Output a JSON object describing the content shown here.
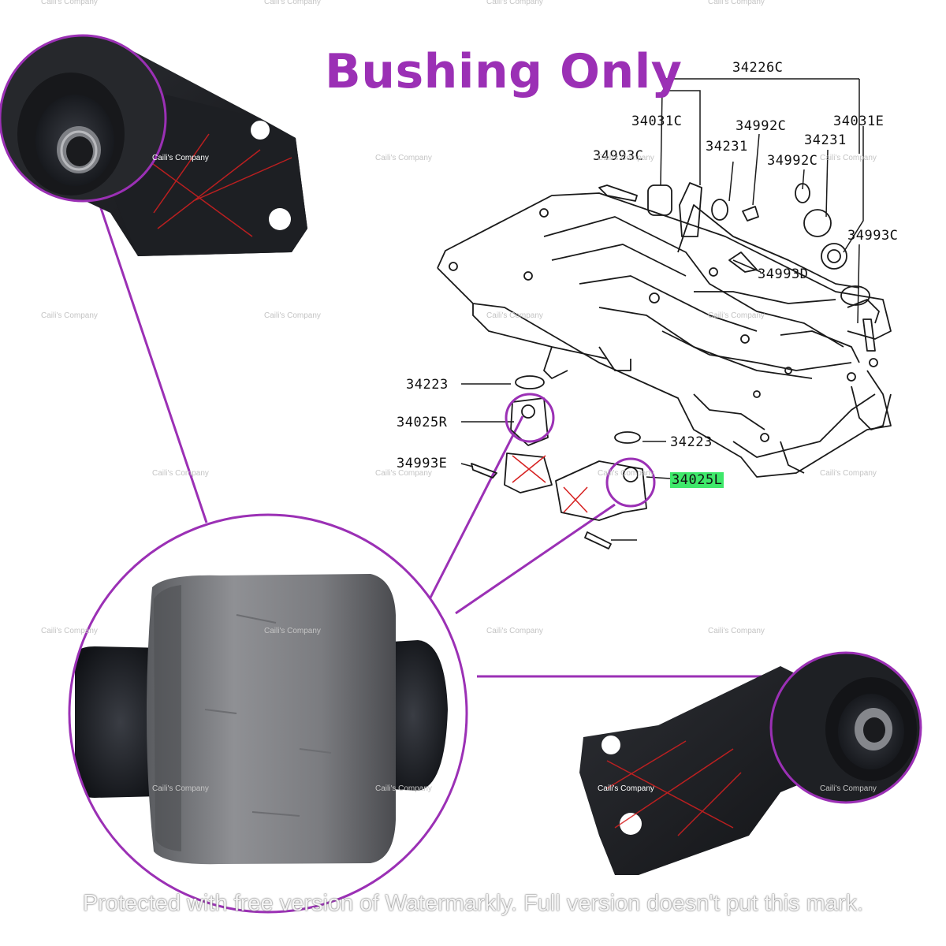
{
  "title": "Bushing Only",
  "part_labels": {
    "p34226C": "34226C",
    "p34031C": "34031C",
    "p34992C_a": "34992C",
    "p34031E": "34031E",
    "p34231_a": "34231",
    "p34231_b": "34231",
    "p34993C_a": "34993C",
    "p34992C_b": "34992C",
    "p34993C_b": "34993C",
    "p34993D": "34993D",
    "p34223_a": "34223",
    "p34025R": "34025R",
    "p34993E": "34993E",
    "p34223_b": "34223",
    "p34025L": "34025L"
  },
  "watermark_text": "Caili's Company",
  "banner_text": "Protected with free version of Watermarkly. Full version doesn't put this mark.",
  "colors": {
    "accent": "#9b30b5",
    "highlight": "#3ee86a",
    "x_mark": "#d62020"
  }
}
